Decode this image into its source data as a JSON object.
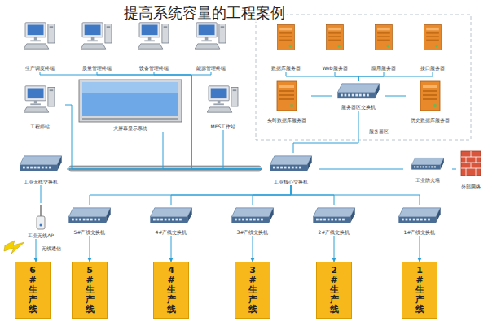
{
  "diagram": {
    "title": "提高系统容量的工程案例",
    "nodes": [
      {
        "text": [
          "生产调度终端"
        ]
      },
      {
        "text": [
          "质量管理终端"
        ]
      },
      {
        "text": [
          "设备管理终端"
        ]
      },
      {
        "text": [
          "能源管理终端"
        ]
      },
      {
        "text": [
          "工程师站"
        ]
      },
      {
        "text": [
          "大屏幕显示系统"
        ]
      },
      {
        "text": [
          "MES工作站"
        ]
      },
      {
        "text": [
          "数据库服务器"
        ]
      },
      {
        "text": [
          "Web服务器"
        ]
      },
      {
        "text": [
          "应用服务器"
        ]
      },
      {
        "text": [
          "接口服务器"
        ]
      },
      {
        "text": [
          "服务器区交换机"
        ]
      },
      {
        "text": [
          "实时数据库服务器"
        ]
      },
      {
        "text": [
          "历史数据库服务器"
        ]
      },
      {
        "text": [
          "工业无线交换机"
        ]
      },
      {
        "text": [
          "工业核心交换机"
        ]
      },
      {
        "text": [
          "工业防火墙"
        ]
      },
      {
        "text": [
          "外部网络"
        ]
      },
      {
        "text": [
          "工业无线AP"
        ]
      },
      {
        "text": [
          "5#产线交换机"
        ]
      },
      {
        "text": [
          "4#产线交换机"
        ]
      },
      {
        "text": [
          "3#产线交换机"
        ]
      },
      {
        "text": [
          "2#产线交换机"
        ]
      },
      {
        "text": [
          "1#产线交换机"
        ]
      },
      {
        "text": [
          "6#生产线"
        ]
      },
      {
        "text": [
          "5#生产线"
        ]
      },
      {
        "text": [
          "4#生产线"
        ]
      },
      {
        "text": [
          "3#生产线"
        ]
      },
      {
        "text": [
          "2#生产线"
        ]
      },
      {
        "text": [
          "1#生产线"
        ]
      }
    ],
    "edges": [
      {
        "from": 0,
        "to": 15,
        "arrow": "none"
      },
      {
        "from": 1,
        "to": 15,
        "arrow": "none"
      },
      {
        "from": 2,
        "to": 15,
        "arrow": "none"
      },
      {
        "from": 3,
        "to": 15,
        "arrow": "none"
      },
      {
        "from": 4,
        "to": 15,
        "arrow": "none"
      },
      {
        "from": 5,
        "to": 15,
        "arrow": "none"
      },
      {
        "from": 6,
        "to": 15,
        "arrow": "none"
      },
      {
        "from": 7,
        "to": 11,
        "arrow": "none"
      },
      {
        "from": 8,
        "to": 11,
        "arrow": "none"
      },
      {
        "from": 9,
        "to": 11,
        "arrow": "none"
      },
      {
        "from": 10,
        "to": 11,
        "arrow": "none"
      },
      {
        "from": 12,
        "to": 11,
        "arrow": "none"
      },
      {
        "from": 13,
        "to": 11,
        "arrow": "none"
      },
      {
        "from": 11,
        "to": 15,
        "arrow": "none"
      },
      {
        "from": 14,
        "to": 15,
        "arrow": "none"
      },
      {
        "from": 15,
        "to": 16,
        "arrow": "none"
      },
      {
        "from": 16,
        "to": 17,
        "arrow": "none"
      },
      {
        "from": 14,
        "to": 18,
        "arrow": "none"
      },
      {
        "from": 15,
        "to": 19,
        "arrow": "none"
      },
      {
        "from": 15,
        "to": 20,
        "arrow": "none"
      },
      {
        "from": 15,
        "to": 21,
        "arrow": "none"
      },
      {
        "from": 15,
        "to": 22,
        "arrow": "none"
      },
      {
        "from": 15,
        "to": 23,
        "arrow": "none"
      },
      {
        "from": 18,
        "to": 24,
        "arrow": "to"
      },
      {
        "from": 19,
        "to": 25,
        "arrow": "to"
      },
      {
        "from": 20,
        "to": 26,
        "arrow": "to"
      },
      {
        "from": 21,
        "to": 27,
        "arrow": "to"
      },
      {
        "from": 22,
        "to": 28,
        "arrow": "to"
      },
      {
        "from": 23,
        "to": 29,
        "arrow": "to"
      }
    ],
    "labels": [
      "服务器区",
      "无线通信"
    ]
  }
}
